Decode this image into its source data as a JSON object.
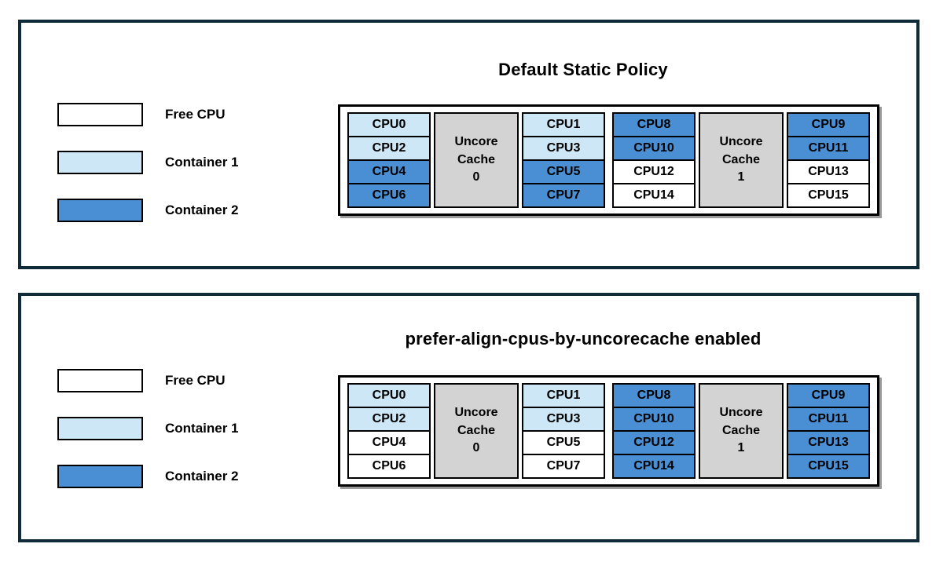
{
  "colors": {
    "free": "#ffffff",
    "container1": "#cde7f6",
    "container2": "#4a8fd3",
    "cache_background": "#d3d3d3",
    "frame_border": "#0f2a38",
    "cell_border": "#000000"
  },
  "legend": [
    {
      "label": "Free CPU",
      "state": "free"
    },
    {
      "label": "Container 1",
      "state": "container1"
    },
    {
      "label": "Container 2",
      "state": "container2"
    }
  ],
  "panels": [
    {
      "name": "default-static-policy",
      "title": "Default Static Policy",
      "groups": [
        {
          "cache_label": "Uncore\nCache\n0",
          "left": [
            {
              "label": "CPU0",
              "state": "container1"
            },
            {
              "label": "CPU2",
              "state": "container1"
            },
            {
              "label": "CPU4",
              "state": "container2"
            },
            {
              "label": "CPU6",
              "state": "container2"
            }
          ],
          "right": [
            {
              "label": "CPU1",
              "state": "container1"
            },
            {
              "label": "CPU3",
              "state": "container1"
            },
            {
              "label": "CPU5",
              "state": "container2"
            },
            {
              "label": "CPU7",
              "state": "container2"
            }
          ]
        },
        {
          "cache_label": "Uncore\nCache\n1",
          "left": [
            {
              "label": "CPU8",
              "state": "container2"
            },
            {
              "label": "CPU10",
              "state": "container2"
            },
            {
              "label": "CPU12",
              "state": "free"
            },
            {
              "label": "CPU14",
              "state": "free"
            }
          ],
          "right": [
            {
              "label": "CPU9",
              "state": "container2"
            },
            {
              "label": "CPU11",
              "state": "container2"
            },
            {
              "label": "CPU13",
              "state": "free"
            },
            {
              "label": "CPU15",
              "state": "free"
            }
          ]
        }
      ]
    },
    {
      "name": "prefer-align-cpus-by-uncorecache-enabled",
      "title": "prefer-align-cpus-by-uncorecache enabled",
      "groups": [
        {
          "cache_label": "Uncore\nCache\n0",
          "left": [
            {
              "label": "CPU0",
              "state": "container1"
            },
            {
              "label": "CPU2",
              "state": "container1"
            },
            {
              "label": "CPU4",
              "state": "free"
            },
            {
              "label": "CPU6",
              "state": "free"
            }
          ],
          "right": [
            {
              "label": "CPU1",
              "state": "container1"
            },
            {
              "label": "CPU3",
              "state": "container1"
            },
            {
              "label": "CPU5",
              "state": "free"
            },
            {
              "label": "CPU7",
              "state": "free"
            }
          ]
        },
        {
          "cache_label": "Uncore\nCache\n1",
          "left": [
            {
              "label": "CPU8",
              "state": "container2"
            },
            {
              "label": "CPU10",
              "state": "container2"
            },
            {
              "label": "CPU12",
              "state": "container2"
            },
            {
              "label": "CPU14",
              "state": "container2"
            }
          ],
          "right": [
            {
              "label": "CPU9",
              "state": "container2"
            },
            {
              "label": "CPU11",
              "state": "container2"
            },
            {
              "label": "CPU13",
              "state": "container2"
            },
            {
              "label": "CPU15",
              "state": "container2"
            }
          ]
        }
      ]
    }
  ]
}
